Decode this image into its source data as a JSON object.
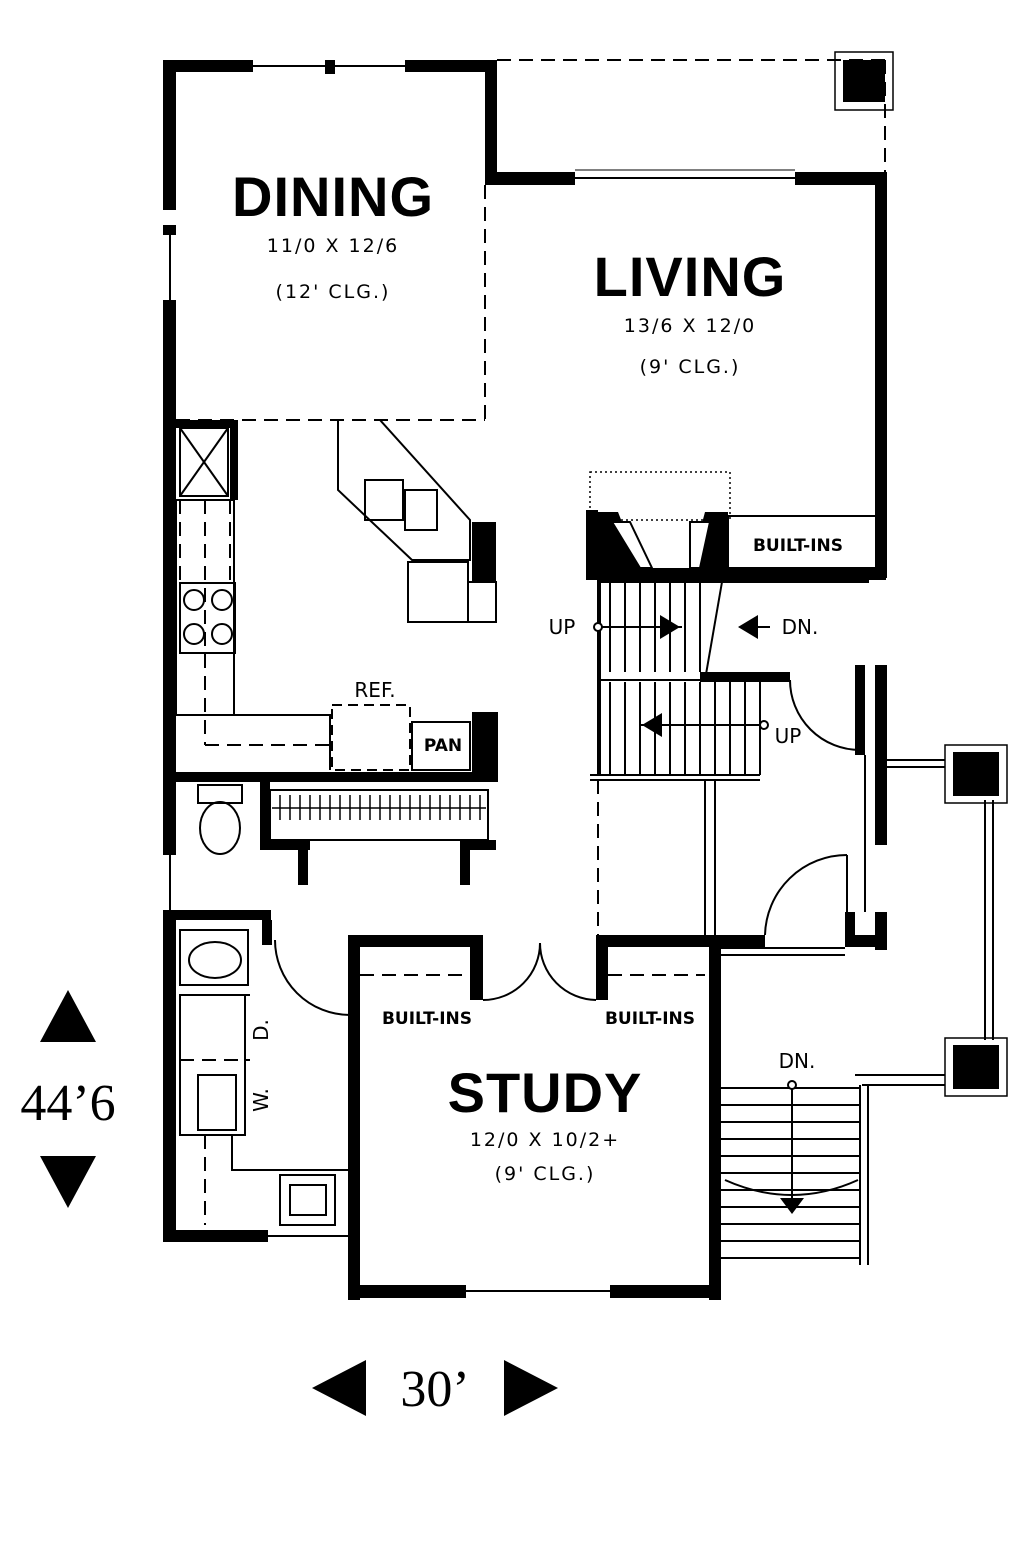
{
  "rooms": {
    "dining": {
      "name": "DINING",
      "size": "11/0 X 12/6",
      "ceiling": "(12' CLG.)"
    },
    "living": {
      "name": "LIVING",
      "size": "13/6 X 12/0",
      "ceiling": "(9' CLG.)"
    },
    "study": {
      "name": "STUDY",
      "size": "12/0 X 10/2+",
      "ceiling": "(9' CLG.)"
    }
  },
  "labels": {
    "built_ins_living": "BUILT-INS",
    "built_ins_study_left": "BUILT-INS",
    "built_ins_study_right": "BUILT-INS",
    "up_stair_main": "UP",
    "dn_stair_main": "DN.",
    "up_stair_lower": "UP",
    "dn_porch": "DN.",
    "ref": "REF.",
    "pan": "PAN",
    "washer": "W.",
    "dryer": "D."
  },
  "dimensions": {
    "depth": "44’6",
    "width": "30’"
  }
}
